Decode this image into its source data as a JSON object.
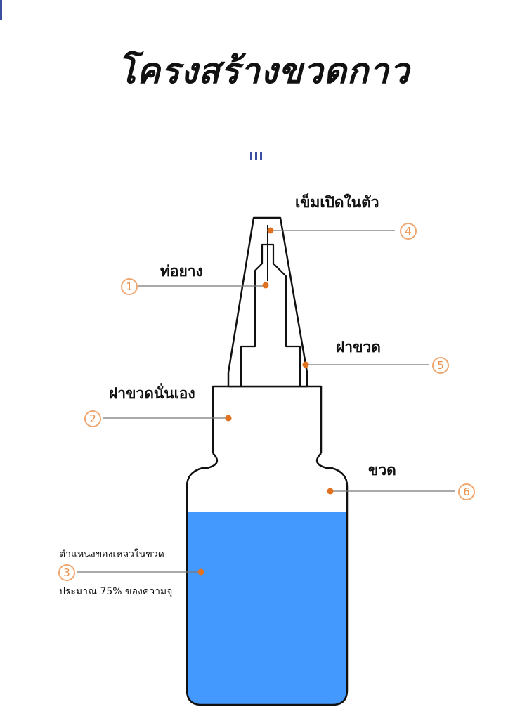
{
  "title": "โครงสร้างขวดกาว",
  "colors": {
    "accent": "#e0711f",
    "liquid": "#4499ff",
    "outline": "#111111",
    "marker": "#3a4fa0"
  },
  "callouts": [
    {
      "number": "1",
      "label": "ท่อยาง"
    },
    {
      "number": "2",
      "label": "ฝาขวดนั่นเอง"
    },
    {
      "number": "3",
      "label": "ตำแหน่งของเหลวในขวด",
      "sublabel": "ประมาณ 75% ของความจุ"
    },
    {
      "number": "4",
      "label": "เข็มเปิดในตัว"
    },
    {
      "number": "5",
      "label": "ฝาขวด"
    },
    {
      "number": "6",
      "label": "ขวด"
    }
  ]
}
